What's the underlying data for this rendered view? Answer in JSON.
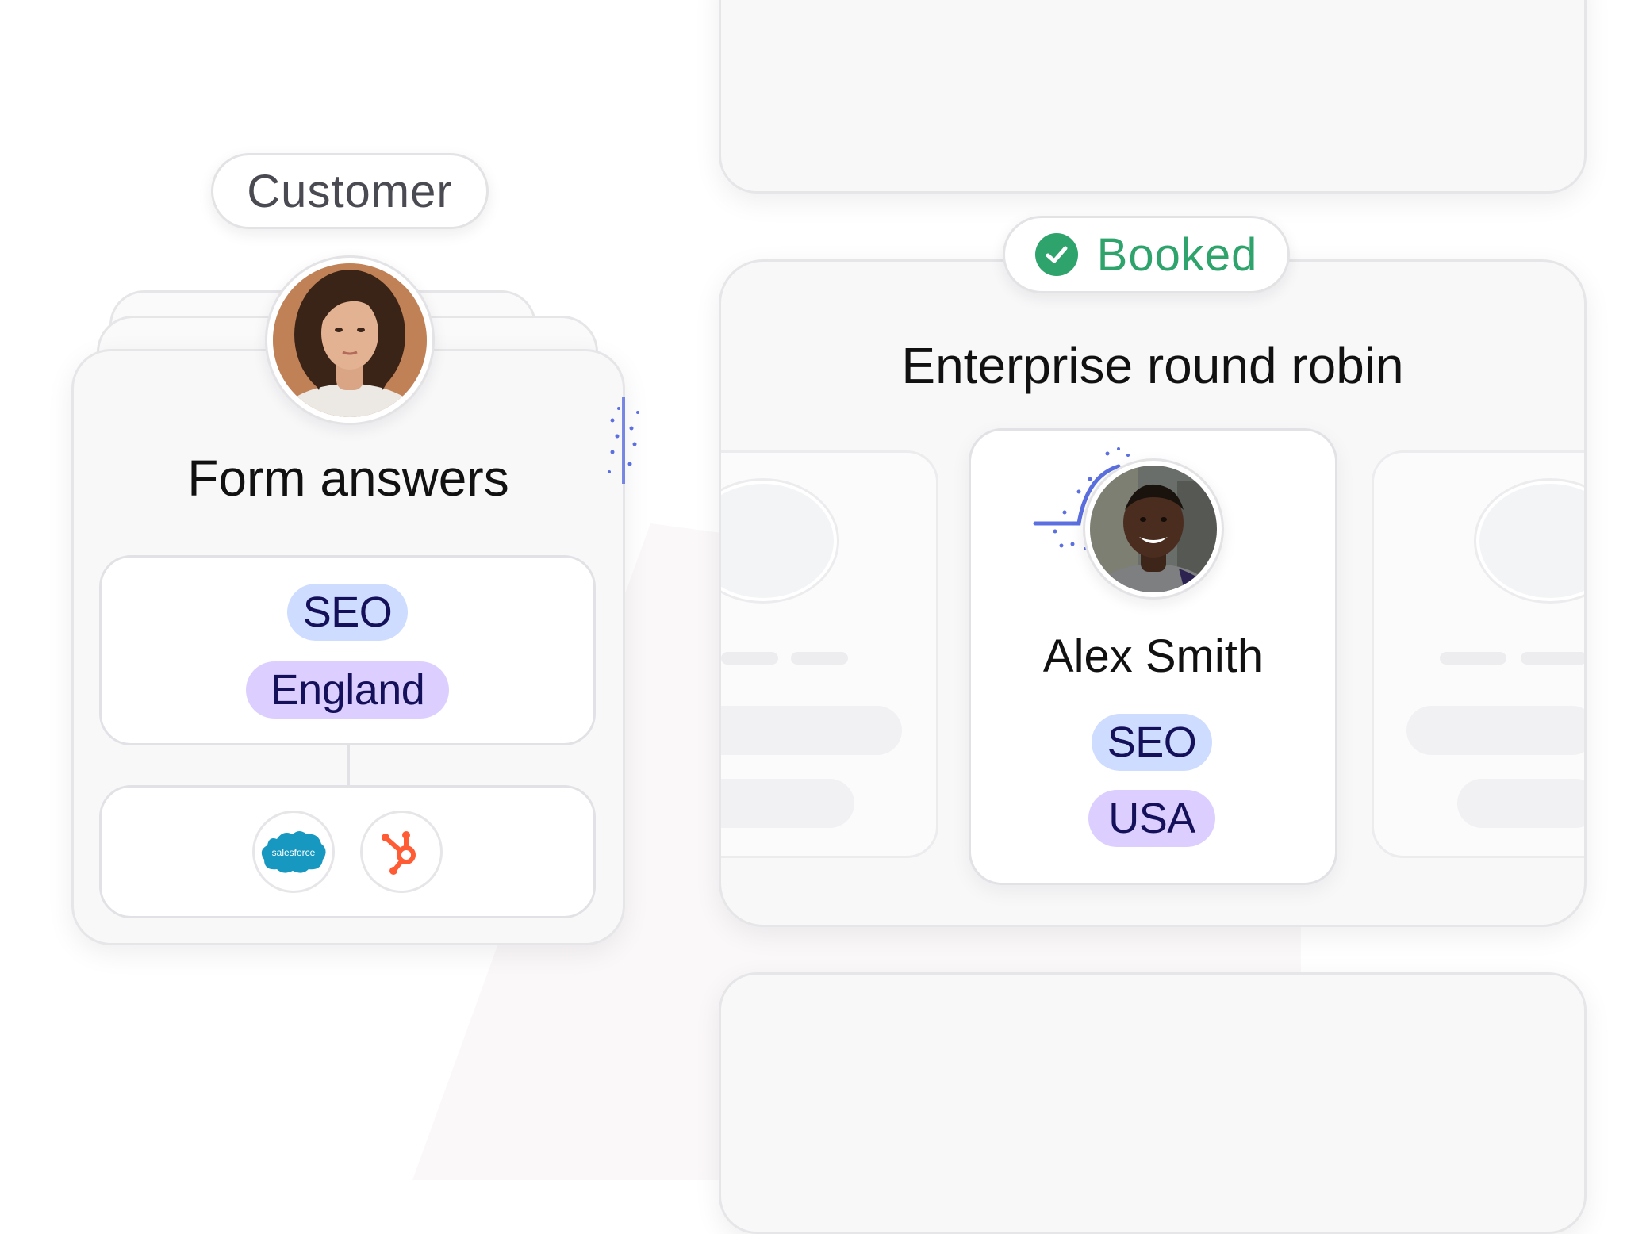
{
  "customer_label": "Customer",
  "form_card": {
    "title": "Form answers",
    "tags": [
      "SEO",
      "England"
    ],
    "integrations": {
      "salesforce_text": "salesforce",
      "hubspot_icon": "hubspot-icon"
    }
  },
  "status": {
    "label": "Booked",
    "color": "#2ea36b"
  },
  "routing_card": {
    "title": "Enterprise round robin",
    "host": {
      "name": "Alex Smith",
      "tags": [
        "SEO",
        "USA"
      ]
    }
  },
  "colors": {
    "tag_blue": "#cddcff",
    "tag_purple": "#dccfff",
    "tag_text": "#14105a",
    "connector": "#5b6fe0",
    "salesforce": "#1798c1",
    "hubspot": "#ff5c35"
  }
}
